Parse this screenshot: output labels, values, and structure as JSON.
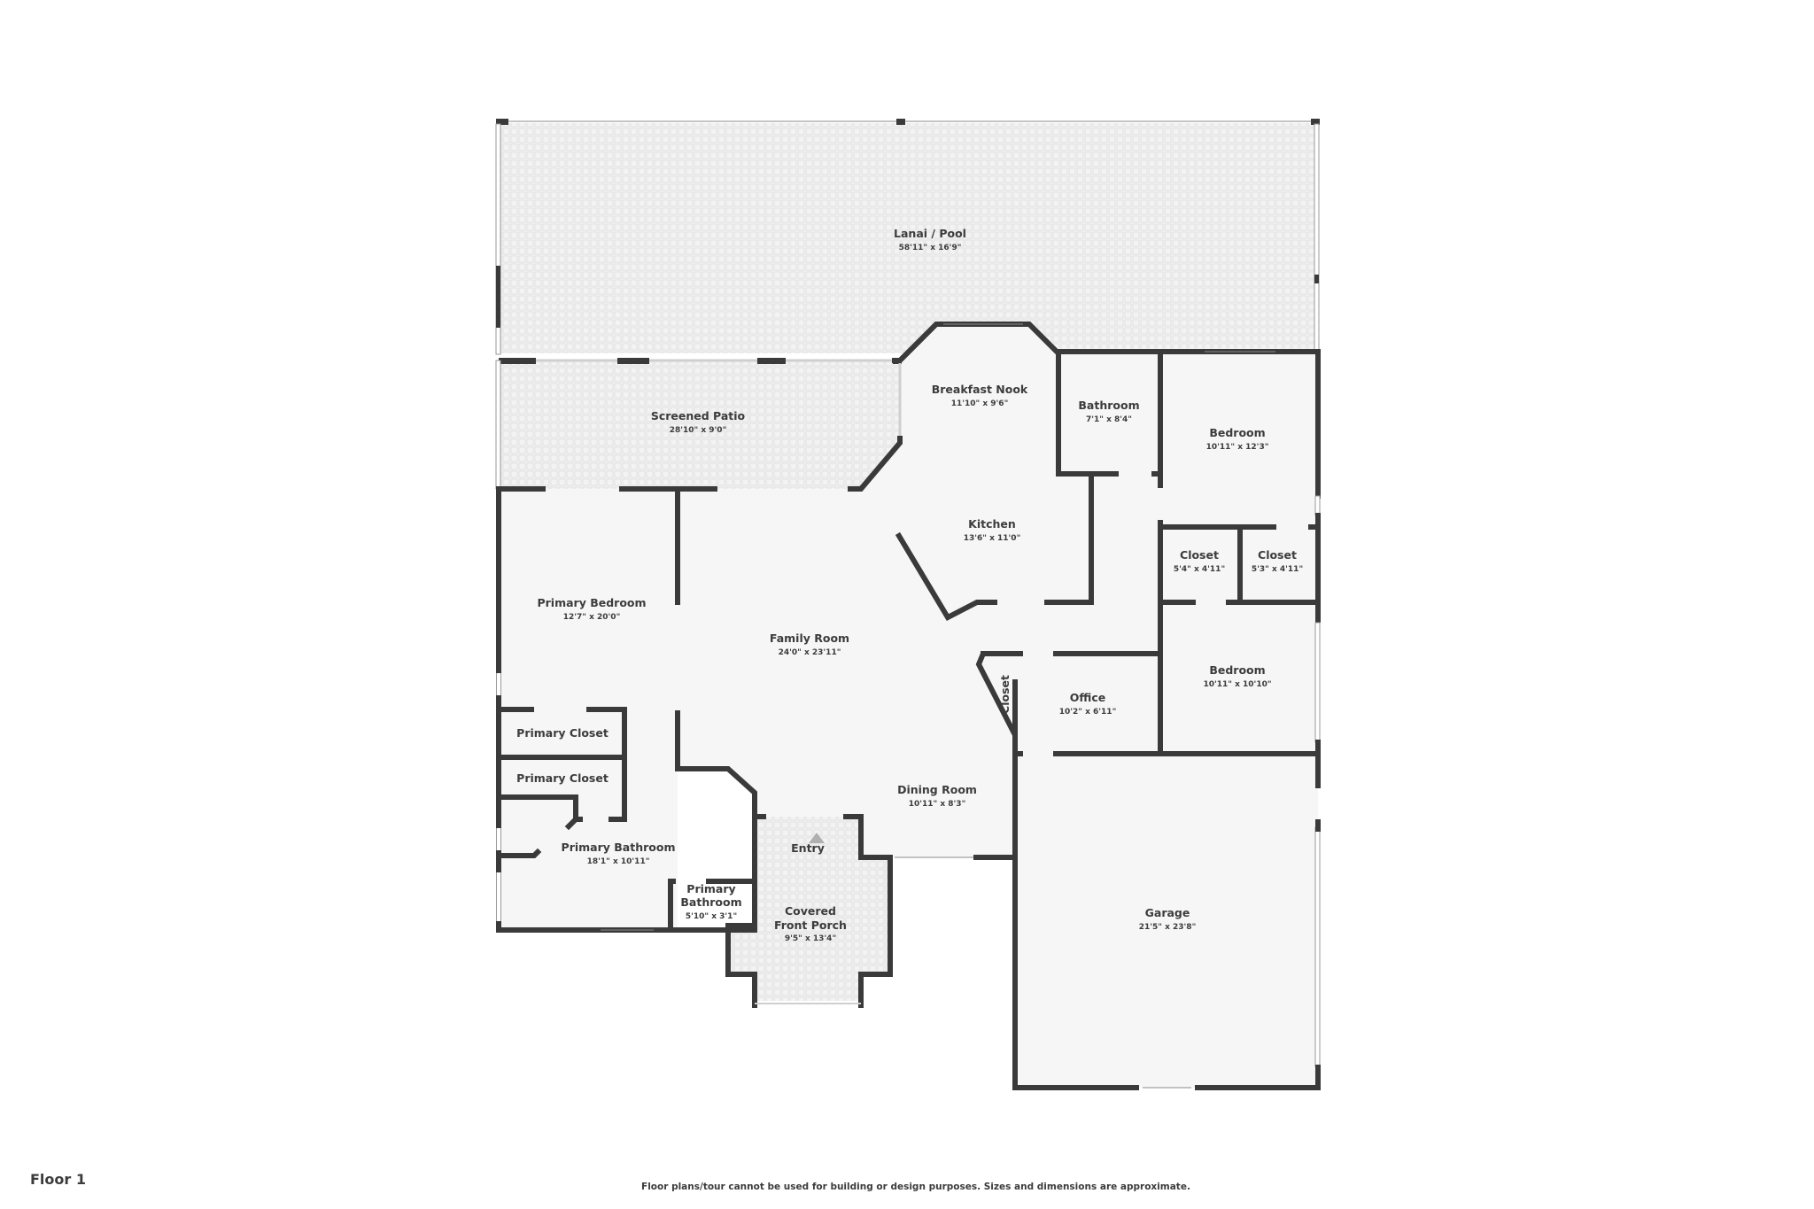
{
  "floor_label": "Floor 1",
  "disclaimer": "Floor plans/tour cannot be used for building or design purposes. Sizes and dimensions are approximate.",
  "colors": {
    "wall": "#3a3a3a",
    "interior_floor": "#f5f5f5",
    "outdoor_tile": "#efefef",
    "text": "#3c3c3c",
    "entry_marker": "#b0b0b0"
  },
  "rooms": {
    "lanai": {
      "name": "Lanai / Pool",
      "dims": "58'11\" x 16'9\""
    },
    "screened_patio": {
      "name": "Screened Patio",
      "dims": "28'10\" x 9'0\""
    },
    "breakfast_nook": {
      "name": "Breakfast Nook",
      "dims": "11'10\" x 9'6\""
    },
    "bathroom": {
      "name": "Bathroom",
      "dims": "7'1\" x 8'4\""
    },
    "bedroom_1": {
      "name": "Bedroom",
      "dims": "10'11\" x 12'3\""
    },
    "kitchen": {
      "name": "Kitchen",
      "dims": "13'6\" x 11'0\""
    },
    "closet_1": {
      "name": "Closet",
      "dims": "5'4\" x 4'11\""
    },
    "closet_2": {
      "name": "Closet",
      "dims": "5'3\" x 4'11\""
    },
    "primary_bedroom": {
      "name": "Primary Bedroom",
      "dims": "12'7\" x 20'0\""
    },
    "family_room": {
      "name": "Family Room",
      "dims": "24'0\" x 23'11\""
    },
    "bedroom_2": {
      "name": "Bedroom",
      "dims": "10'11\" x 10'10\""
    },
    "hall_closet": {
      "name": "Closet"
    },
    "office": {
      "name": "Office",
      "dims": "10'2\" x 6'11\""
    },
    "primary_closet_1": {
      "name": "Primary Closet"
    },
    "primary_closet_2": {
      "name": "Primary Closet"
    },
    "dining_room": {
      "name": "Dining Room",
      "dims": "10'11\" x 8'3\""
    },
    "entry": {
      "name": "Entry"
    },
    "primary_bathroom": {
      "name": "Primary Bathroom",
      "dims": "18'1\" x 10'11\""
    },
    "primary_bathroom_small": {
      "name_line1": "Primary",
      "name_line2": "Bathroom",
      "dims": "5'10\" x 3'1\""
    },
    "covered_front_porch": {
      "name_line1": "Covered",
      "name_line2": "Front Porch",
      "dims": "9'5\" x 13'4\""
    },
    "garage": {
      "name": "Garage",
      "dims": "21'5\" x 23'8\""
    }
  }
}
